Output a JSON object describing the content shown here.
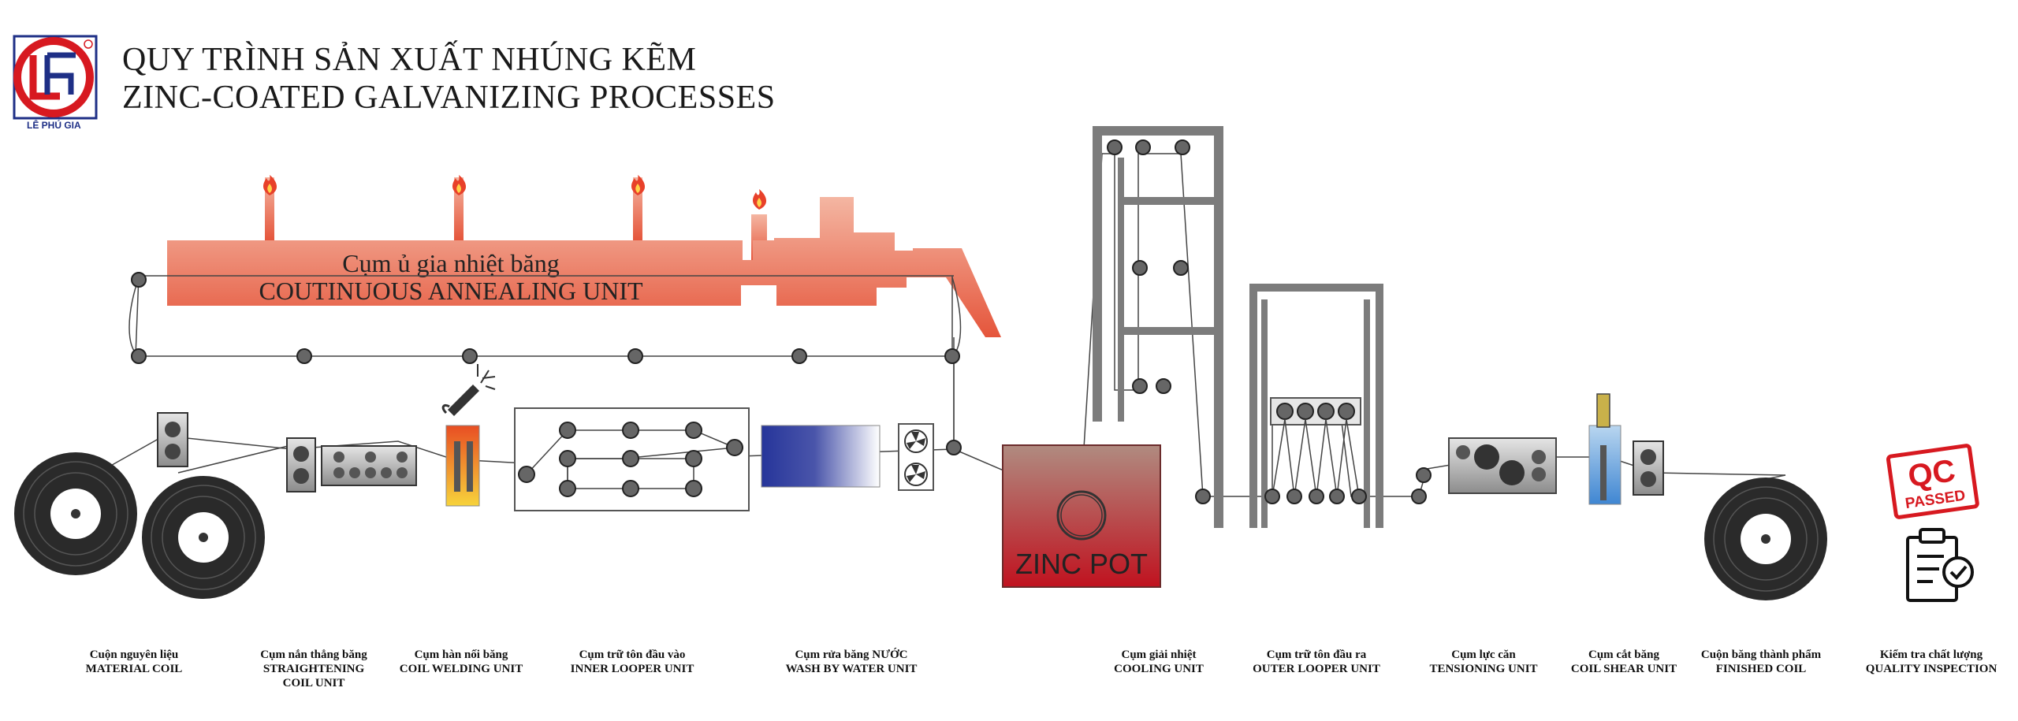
{
  "header": {
    "title_line1": "QUY TRÌNH SẢN XUẤT NHÚNG KẼM",
    "title_line2": "ZINC-COATED GALVANIZING PROCESSES",
    "logo_text": "LÊ PHÚ GIA"
  },
  "furnace": {
    "label_vi": "Cụm ủ gia nhiệt băng",
    "label_en": "COUTINUOUS ANNEALING UNIT"
  },
  "zinc_pot": {
    "label": "ZINC POT"
  },
  "qc_stamp": {
    "line1": "QC",
    "line2": "PASSED"
  },
  "colors": {
    "furnace_top": "#f4b6a2",
    "furnace_bottom": "#e5553b",
    "zinc_pot_top": "#b08b80",
    "zinc_pot_bottom": "#c0121f",
    "wash_blue": "#26359a",
    "logo_red": "#d71920",
    "logo_blue": "#1e2f86",
    "frame_grey": "#7c7c7c"
  },
  "units": [
    {
      "vi": "Cuộn nguyên liệu",
      "en": "MATERIAL COIL",
      "en2": ""
    },
    {
      "vi": "Cụm nắn thẳng băng",
      "en": "STRAIGHTENING",
      "en2": "COIL UNIT"
    },
    {
      "vi": "Cụm hàn nối băng",
      "en": "COIL WELDING UNIT",
      "en2": ""
    },
    {
      "vi": "Cụm trữ tôn đầu vào",
      "en": "INNER LOOPER UNIT",
      "en2": ""
    },
    {
      "vi": "Cụm rửa băng NƯỚC",
      "en": "WASH BY WATER UNIT",
      "en2": ""
    },
    {
      "vi": "Cụm giải nhiệt",
      "en": "COOLING UNIT",
      "en2": ""
    },
    {
      "vi": "Cụm trữ tôn đầu ra",
      "en": "OUTER LOOPER UNIT",
      "en2": ""
    },
    {
      "vi": "Cụm lực căn",
      "en": "TENSIONING UNIT",
      "en2": ""
    },
    {
      "vi": "Cụm cắt băng",
      "en": "COIL SHEAR UNIT",
      "en2": ""
    },
    {
      "vi": "Cuộn băng thành phẩm",
      "en": "FINISHED COIL",
      "en2": ""
    },
    {
      "vi": "Kiểm tra chất lượng",
      "en": "QUALITY INSPECTION",
      "en2": ""
    }
  ]
}
